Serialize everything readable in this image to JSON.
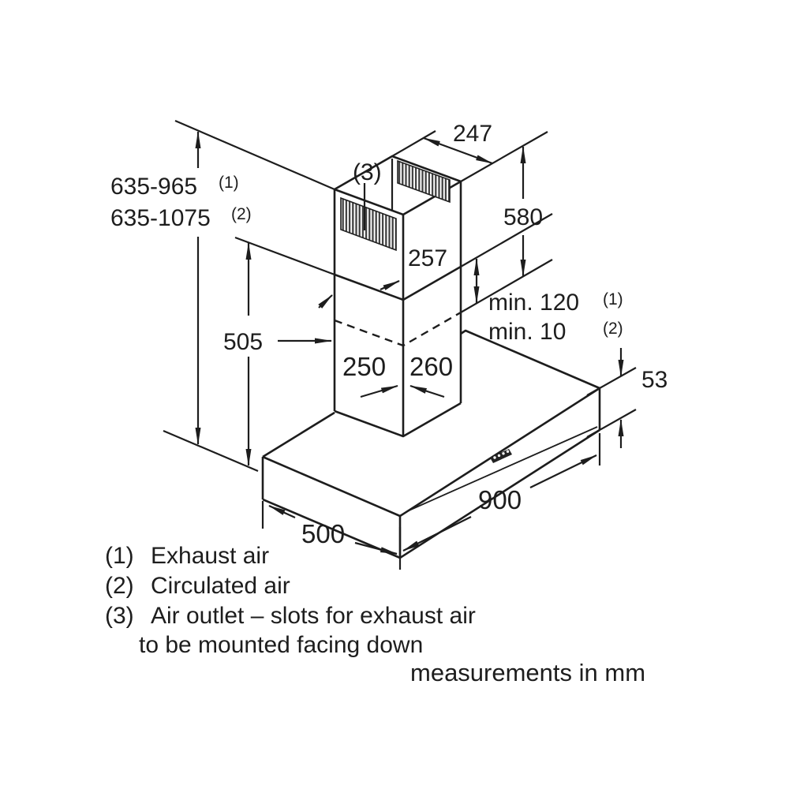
{
  "colors": {
    "line": "#1d1d1d",
    "background": "#ffffff",
    "hatch_stripe": "#3c3c3c"
  },
  "diagram": {
    "kind": "chimney-hood-dimension-drawing",
    "note": "measurements in mm",
    "labels": {
      "chimney_height_exhaust": "635-965",
      "chimney_height_exhaust_ref": "(1)",
      "chimney_height_circulated": "635-1075",
      "chimney_height_circulated_ref": "(2)",
      "duct_top_depth": "247",
      "upper_duct_height": "580",
      "duct_depth": "257",
      "lower_duct_height": "505",
      "duct_width_front": "250",
      "duct_width_side": "260",
      "min_distance_exhaust": "min. 120",
      "min_distance_exhaust_ref": "(1)",
      "min_distance_circulated": "min. 10",
      "min_distance_circulated_ref": "(2)",
      "canopy_thickness": "53",
      "canopy_width": "900",
      "canopy_depth": "500",
      "air_outlet_ref": "(3)"
    },
    "legend": [
      {
        "ref": "(1)",
        "label": "Exhaust air"
      },
      {
        "ref": "(2)",
        "label": "Circulated air"
      },
      {
        "ref": "(3)",
        "label": "Air outlet – slots for exhaust air"
      },
      {
        "ref": "",
        "label": "to be mounted facing down"
      }
    ]
  }
}
